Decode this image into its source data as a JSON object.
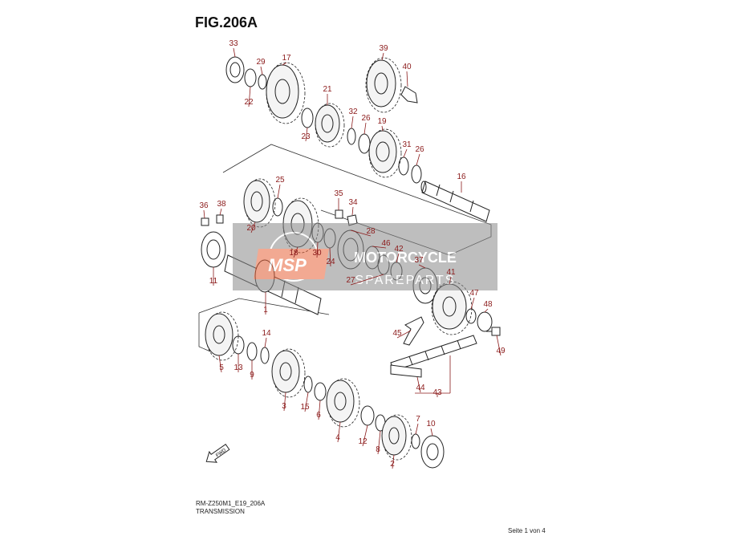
{
  "figure": {
    "title": "FIG.206A",
    "footer_code": "RM-Z250M1_E19_206A",
    "footer_subtitle": "TRANSMISSION",
    "page_indicator": "Seite 1 von 4"
  },
  "watermark": {
    "logo_text": "MSP",
    "line1": "MOTORCYCLE",
    "line2": "SPAREPARTS"
  },
  "direction_badge": "FWD",
  "colors": {
    "callout": "#8b1a1a",
    "linework": "#222222",
    "watermark_band": "#8a8a8a",
    "watermark_logo": "#e8643a"
  },
  "callouts": [
    "33",
    "29",
    "17",
    "22",
    "21",
    "23",
    "32",
    "26",
    "19",
    "39",
    "40",
    "31",
    "26",
    "16",
    "25",
    "20",
    "36",
    "38",
    "35",
    "34",
    "18",
    "30",
    "24",
    "28",
    "46",
    "42",
    "27",
    "37",
    "41",
    "47",
    "48",
    "11",
    "1",
    "45",
    "49",
    "44",
    "43",
    "14",
    "5",
    "13",
    "9",
    "3",
    "15",
    "6",
    "4",
    "12",
    "8",
    "7",
    "10",
    "2"
  ]
}
